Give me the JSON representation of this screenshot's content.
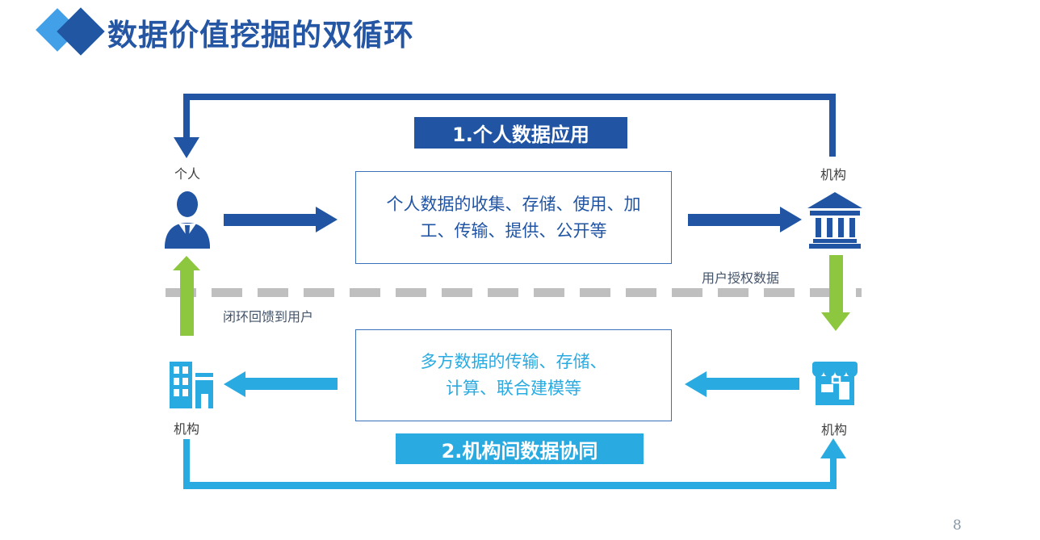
{
  "slide": {
    "title": "数据价值挖掘的双循环",
    "page_number": "8"
  },
  "colors": {
    "dark_blue": "#2155A4",
    "light_blue": "#29ABE2",
    "green": "#8DC63F",
    "dash_gray": "#BFBFBF",
    "title_blue": "#2456A4",
    "node_label": "#404040",
    "annotation": "#44546A"
  },
  "banners": {
    "top": "1.个人数据应用",
    "bottom": "2.机构间数据协同"
  },
  "nodes": {
    "person": {
      "label": "个人",
      "icon": "businessperson-icon"
    },
    "institution_top_right": {
      "label": "机构",
      "icon": "bank-icon"
    },
    "institution_bottom_left": {
      "label": "机构",
      "icon": "office-buildings-icon"
    },
    "institution_bottom_right": {
      "label": "机构",
      "icon": "storefront-icon"
    }
  },
  "boxes": {
    "top": {
      "text": "个人数据的收集、存储、使用、加工、传输、提供、公开等",
      "lines": [
        "个人数据的收集、存储、使用、加",
        "工、传输、提供、公开等"
      ]
    },
    "bottom": {
      "text": "多方数据的传输、存储、计算、联合建模等",
      "lines": [
        "多方数据的传输、存储、",
        "计算、联合建模等"
      ]
    }
  },
  "annotations": {
    "left": "闭环回馈到用户",
    "right": "用户授权数据"
  }
}
